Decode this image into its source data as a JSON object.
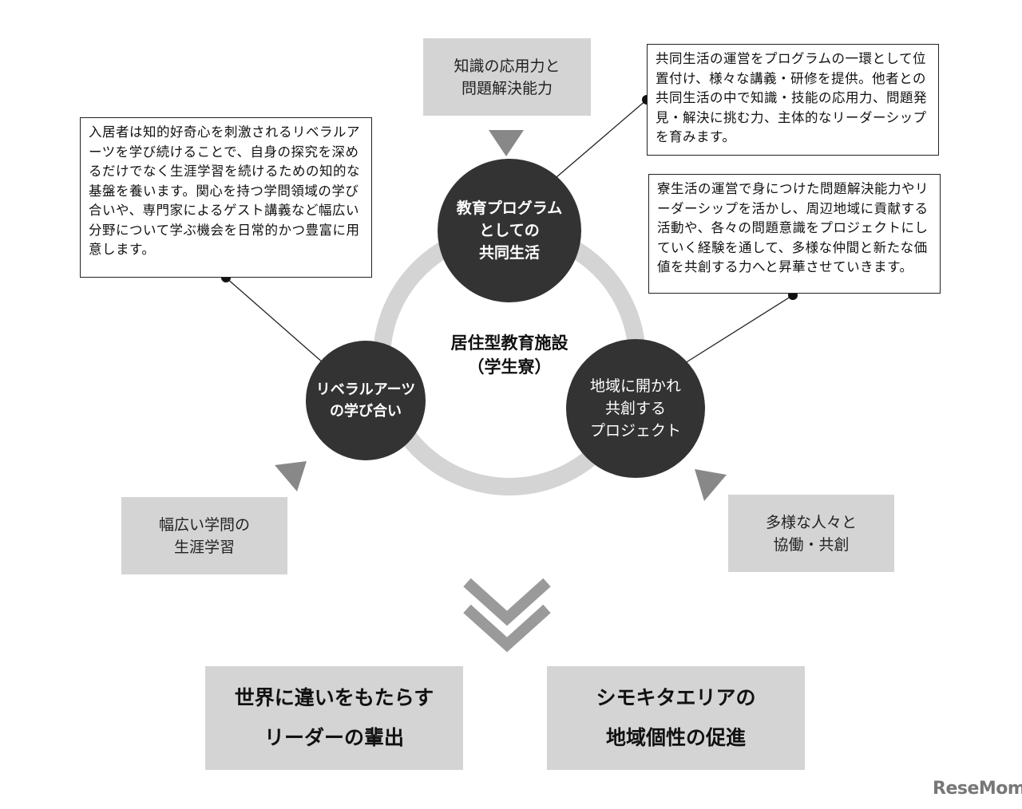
{
  "top_box": "知識の応用力と\n問題解決能力",
  "left_desc": "入居者は知的好奇心を刺激されるリベラルアーツを学び続けることで、自身の探究を深めるだけでなく生涯学習を続けるための知的な基盤を養います。関心を持つ学問領域の学び合いや、専門家によるゲスト講義など幅広い分野について学ぶ機会を日常的かつ豊富に用意します。",
  "right_desc_1": "共同生活の運営をプログラムの一環として位置付け、様々な講義・研修を提供。他者との共同生活の中で知識・技能の応用力、問題発見・解決に挑む力、主体的なリーダーシップを育みます。",
  "right_desc_2": "寮生活の運営で身につけた問題解決能力やリーダーシップを活かし、周辺地域に貢献する活動や、各々の問題意識をプロジェクトにしていく経験を通して、多様な仲間と新たな価値を共創する力へと昇華させていきます。",
  "center_label": "居住型教育施設\n（学生寮）",
  "circle_top": "教育プログラム\nとしての\n共同生活",
  "circle_left": "リベラルアーツ\nの学び合い",
  "circle_right": "地域に開かれ\n共創する\nプロジェクト",
  "left_box": "幅広い学問の\n生涯学習",
  "right_box": "多様な人々と\n協働・共創",
  "outcome_left": "世界に違いをもたらす\nリーダーの輩出",
  "outcome_right": "シモキタエリアの\n地域個性の促進",
  "logo": "ReseMom"
}
